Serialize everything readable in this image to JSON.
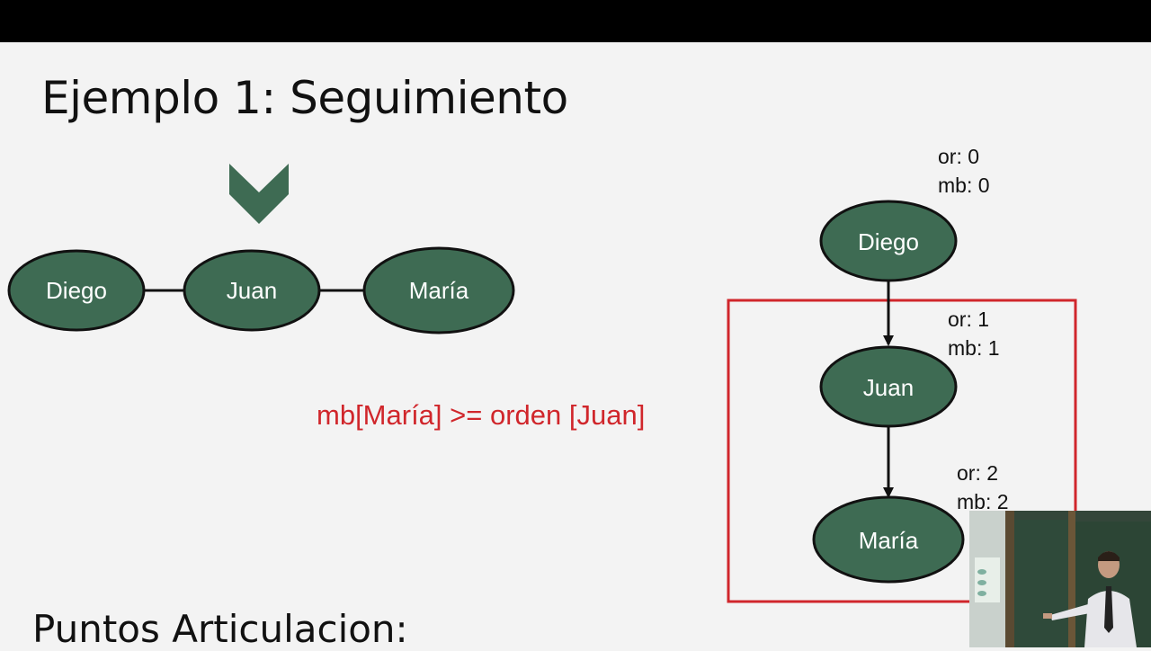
{
  "slide": {
    "title": "Ejemplo 1: Seguimiento",
    "bottom_title": "Puntos Articulacion:"
  },
  "colors": {
    "node_fill": "#3e6b53",
    "node_stroke": "#111111",
    "highlight_box": "#d0262b",
    "pointer": "#3e6b53",
    "condition_text": "#d0262b"
  },
  "graph": {
    "nodes": [
      "Diego",
      "Juan",
      "María"
    ],
    "pointer_icon": "chevron-down-icon"
  },
  "tree": {
    "nodes": [
      {
        "label": "Diego",
        "or": "or: 0",
        "mb": "mb: 0"
      },
      {
        "label": "Juan",
        "or": "or: 1",
        "mb": "mb: 1"
      },
      {
        "label": "María",
        "or": "or: 2",
        "mb": "mb: 2"
      }
    ]
  },
  "condition": "mb[María] >= orden [Juan]"
}
